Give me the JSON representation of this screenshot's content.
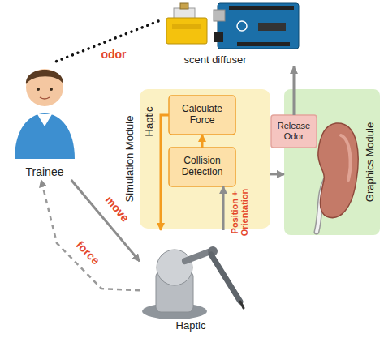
{
  "diagram": {
    "nodes": [
      {
        "text": [
          "Trainee"
        ]
      },
      {
        "text": [
          "scent diffuser"
        ]
      },
      {
        "text": [
          "Simulation Module",
          "Haptic"
        ]
      },
      {
        "text": [
          "Calculate Force"
        ],
        "in": 2
      },
      {
        "text": [
          "Collision Detection"
        ],
        "in": 2
      },
      {
        "text": [
          "Graphics Module"
        ]
      },
      {
        "text": [
          "Release Odor"
        ]
      },
      {
        "text": [
          "Haptic"
        ]
      }
    ],
    "edges": [
      {
        "from": 0,
        "to": 7,
        "label": "move",
        "arrow": "to"
      },
      {
        "from": 7,
        "to": 0,
        "label": "force",
        "arrow": "to"
      },
      {
        "from": 7,
        "to": 4,
        "label": "Position + Orientation",
        "arrow": "to"
      },
      {
        "from": 3,
        "to": 7,
        "arrow": "to"
      },
      {
        "from": 4,
        "to": 3,
        "arrow": "to"
      },
      {
        "from": 2,
        "to": 5,
        "arrow": "to"
      },
      {
        "from": 6,
        "to": 1,
        "arrow": "to"
      },
      {
        "from": 1,
        "to": 0,
        "label": "odor",
        "arrow": "none"
      }
    ]
  }
}
